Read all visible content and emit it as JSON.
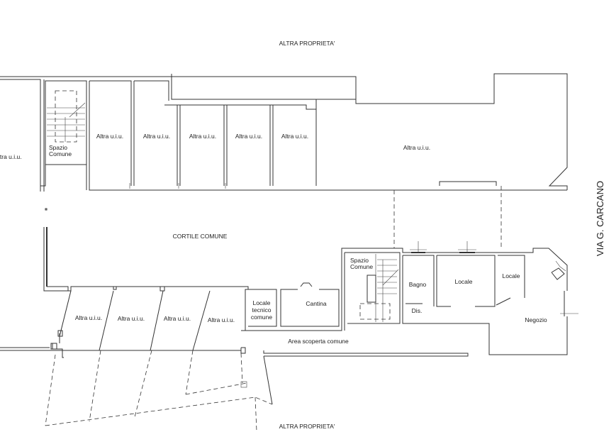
{
  "labels": {
    "top_property": "ALTRA PROPRIETA'",
    "bottom_property": "ALTRA PROPRIETA'",
    "street": "VIA G. CARCANO",
    "courtyard": "CORTILE COMUNE",
    "uncovered_area": "Area scoperta comune",
    "stair_left_line1": "Spazio",
    "stair_left_line2": "Comune",
    "stair_right_line1": "Spazio",
    "stair_right_line2": "Comune",
    "left_edge_unit": "ltra u.i.u.",
    "top_units": [
      "Altra u.i.u.",
      "Altra u.i.u.",
      "Altra u.i.u.",
      "Altra u.i.u.",
      "Altra u.i.u."
    ],
    "large_unit": "Altra u.i.u.",
    "bottom_units": [
      "Altra u.i.u.",
      "Altra u.i.u.",
      "Altra u.i.u.",
      "Altra u.i.u."
    ],
    "tech_room_line1": "Locale",
    "tech_room_line2": "tecnico",
    "tech_room_line3": "comune",
    "cellar": "Cantina",
    "bathroom": "Bagno",
    "room_1": "Locale",
    "room_2": "Locale",
    "closet": "Dis.",
    "shop": "Negozio"
  }
}
